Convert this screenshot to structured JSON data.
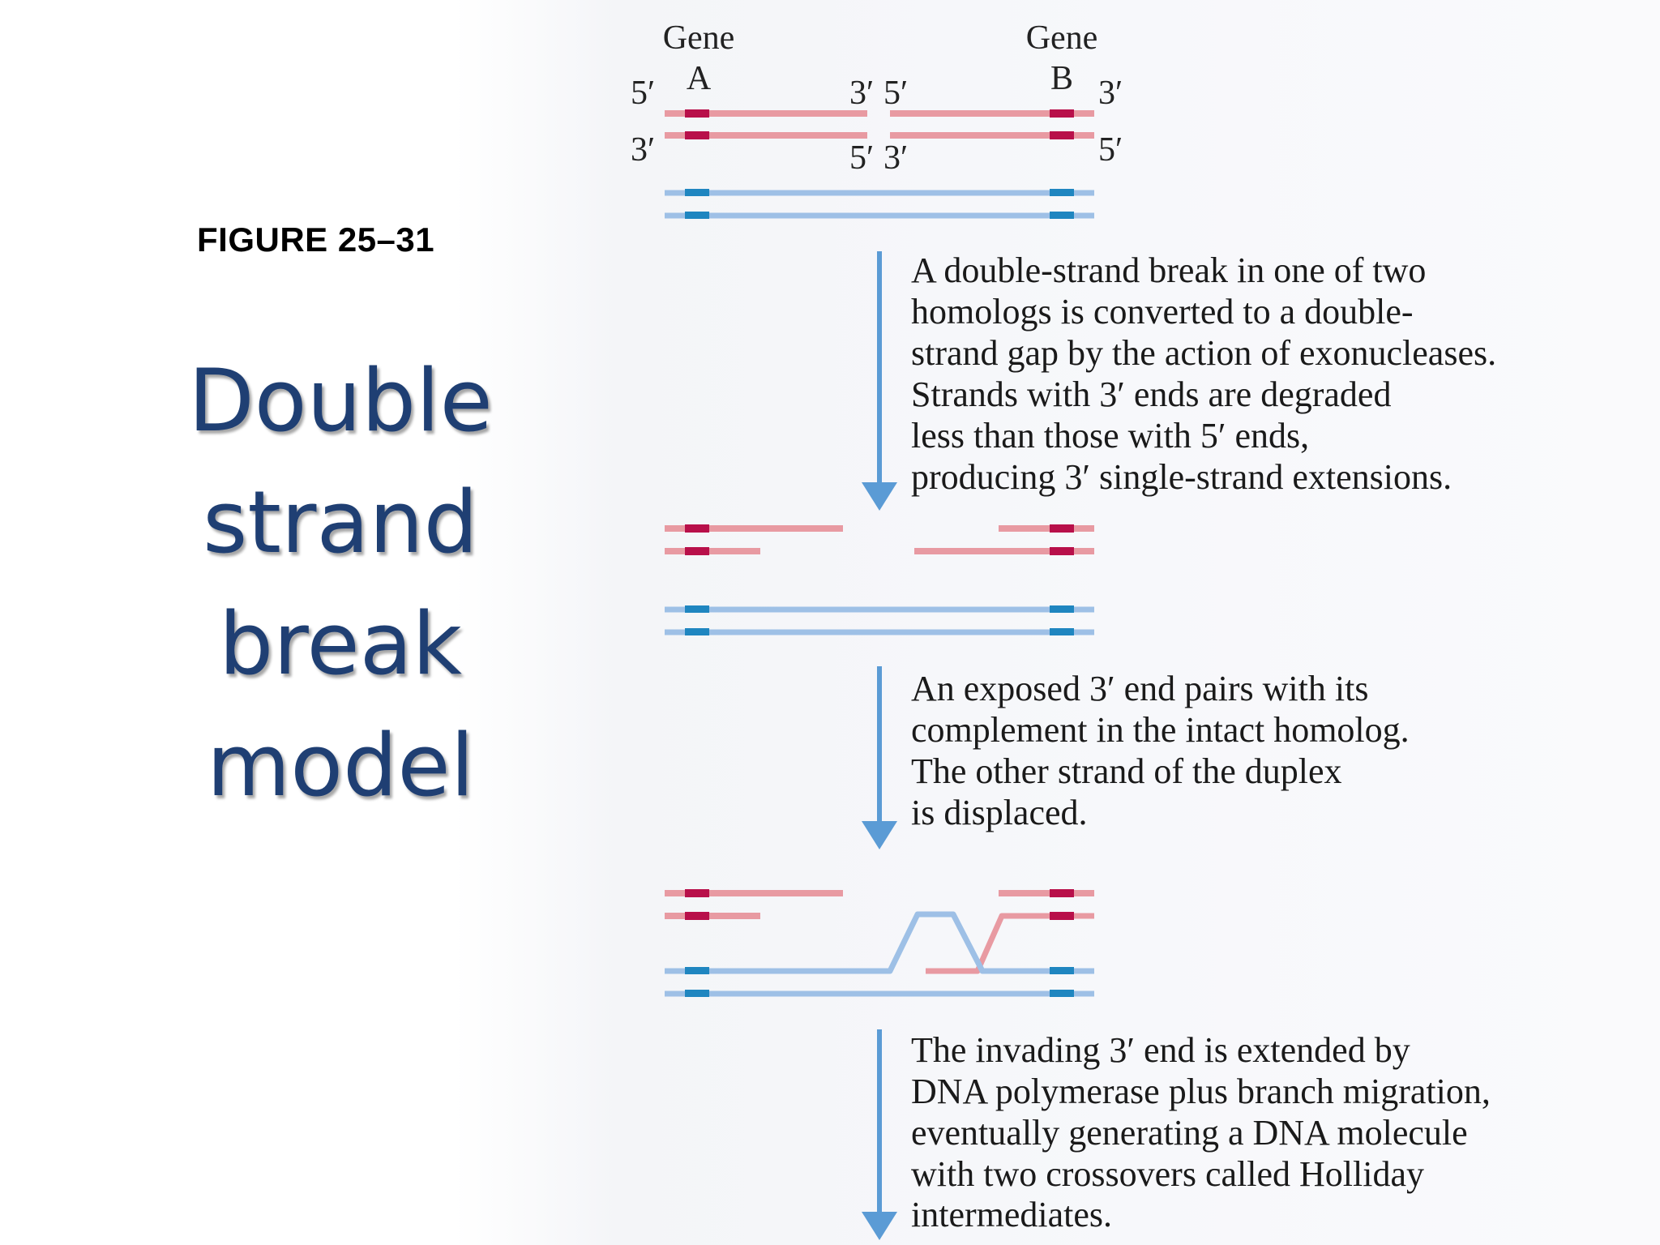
{
  "figure_label": "FIGURE 25–31",
  "title_lines": [
    "Double",
    "strand",
    "break",
    "model"
  ],
  "labels": {
    "gene_a": [
      "Gene",
      "A"
    ],
    "gene_b": [
      "Gene",
      "B"
    ],
    "end_5_left": "5′",
    "end_3_left": "3′",
    "end_3_mid_top": "3′",
    "end_5_mid_top": "5′",
    "end_5_mid_bottom": "5′",
    "end_3_mid_bottom": "3′",
    "end_3_right": "3′",
    "end_5_right": "5′"
  },
  "steps": [
    {
      "lines": [
        "A double-strand break in one of two",
        "homologs is converted to a double-",
        "strand gap by the action of exonucleases.",
        "Strands with 3′ ends are degraded",
        "less than those with 5′ ends,",
        "producing 3′ single-strand extensions."
      ]
    },
    {
      "lines": [
        "An exposed 3′ end pairs with its",
        "complement in the intact homolog.",
        "The other strand of the duplex",
        "is displaced."
      ]
    },
    {
      "lines": [
        "The invading 3′ end is extended by",
        "DNA polymerase plus branch migration,",
        "eventually generating a DNA molecule",
        "with two crossovers called Holliday",
        "intermediates."
      ]
    }
  ],
  "colors": {
    "red_strand": "#e89aa2",
    "red_marker": "#b8104a",
    "blue_strand": "#9ec0e6",
    "blue_marker": "#1f86c0",
    "arrow": "#5b9bd5",
    "title": "#1f3f73"
  }
}
